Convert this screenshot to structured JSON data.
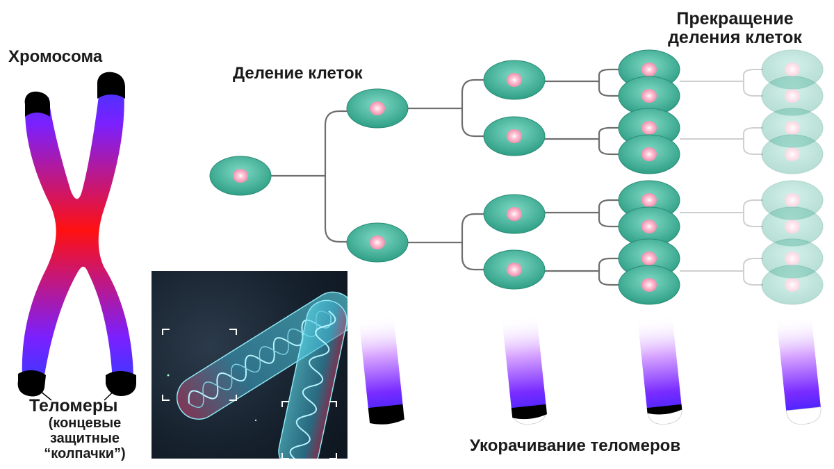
{
  "labels": {
    "chromosome": "Хромосома",
    "cell_division": "Деление клеток",
    "stop_division_line1": "Прекращение",
    "stop_division_line2": "деления клеток",
    "telomeres": "Теломеры",
    "telomeres_note_line1": "(концевые",
    "telomeres_note_line2": "защитные",
    "telomeres_note_line3": "“колпачки”)",
    "telomere_shortening": "Укорачивание теломеров"
  },
  "colors": {
    "cell_fill": "#3fb39b",
    "cell_nucleus": "#f2a8c0",
    "chromosome_center": "#ff1a1a",
    "chromosome_arm": "#4a2cff",
    "telomere_cap": "#000000",
    "inset_dna": "#5fd6e6"
  },
  "telomere_stages": [
    {
      "stage": 1,
      "cap_level": 1.0
    },
    {
      "stage": 2,
      "cap_level": 0.65
    },
    {
      "stage": 3,
      "cap_level": 0.35
    },
    {
      "stage": 4,
      "cap_level": 0.0
    }
  ]
}
